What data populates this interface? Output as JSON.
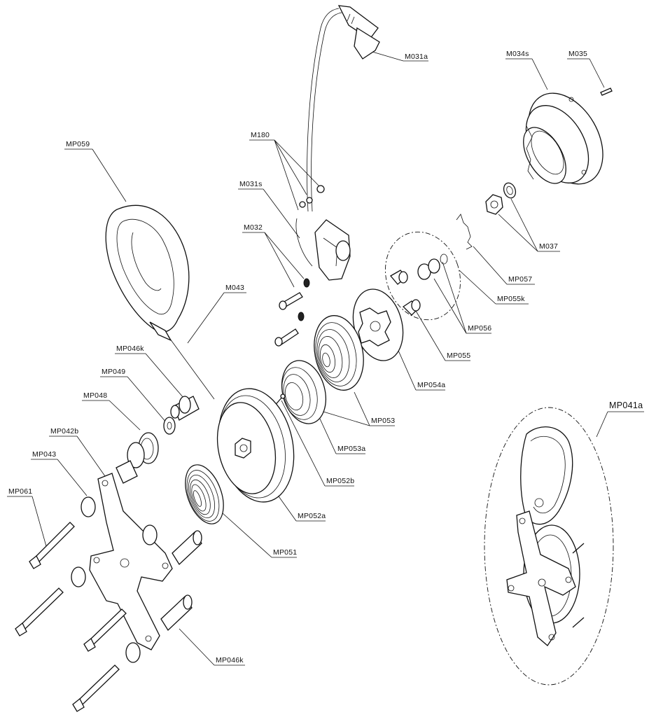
{
  "labels": {
    "M031a": "M031a",
    "M034s": "M034s",
    "M035": "M035",
    "M180": "M180",
    "M031s": "M031s",
    "M032": "M032",
    "M043": "M043",
    "M037": "M037",
    "MP057": "MP057",
    "MP055k": "MP055k",
    "MP056": "MP056",
    "MP055": "MP055",
    "MP054a": "MP054a",
    "MP053": "MP053",
    "MP053a": "MP053a",
    "MP052b": "MP052b",
    "MP052a": "MP052a",
    "MP051": "MP051",
    "MP059": "MP059",
    "MP046k_top": "MP046k",
    "MP049": "MP049",
    "MP048": "MP048",
    "MP042b": "MP042b",
    "MP043": "MP043",
    "MP061": "MP061",
    "MP046k_bottom": "MP046k",
    "MP041a": "MP041a"
  }
}
